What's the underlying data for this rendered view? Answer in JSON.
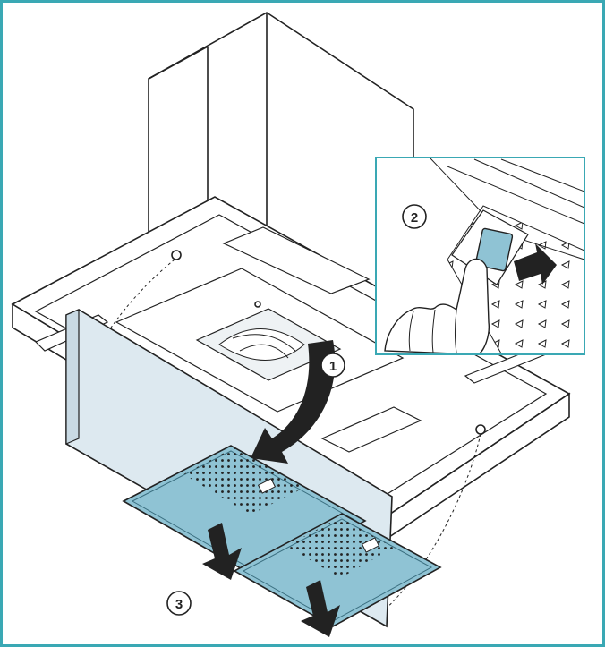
{
  "diagram": {
    "frame_color": "#3aa8b4",
    "panel_color": "#dde9f0",
    "filter_color": "#8fc3d4",
    "steps": [
      {
        "id": "step-1",
        "label": "1"
      },
      {
        "id": "step-2",
        "label": "2"
      },
      {
        "id": "step-3",
        "label": "3"
      }
    ]
  }
}
